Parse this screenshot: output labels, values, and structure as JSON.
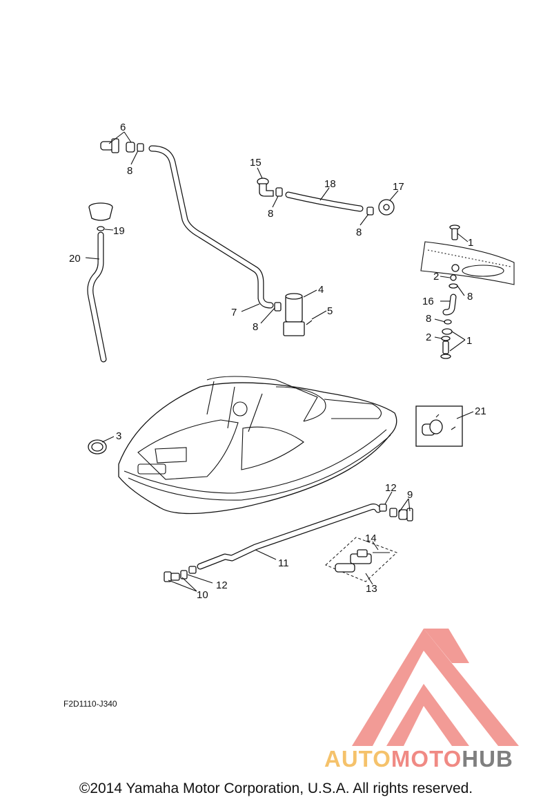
{
  "callouts": [
    "1",
    "2",
    "3",
    "4",
    "5",
    "6",
    "7",
    "8",
    "9",
    "10",
    "11",
    "12",
    "13",
    "14",
    "15",
    "16",
    "17",
    "18",
    "19",
    "20",
    "21"
  ],
  "diagram_code": "F2D1110-J340",
  "copyright": "©2014 Yamaha Motor Corporation, U.S.A. All rights reserved.",
  "watermark": {
    "part_a": "AUTO",
    "part_b": "MOTO",
    "part_c": "HUB",
    "colors": {
      "auto": "#f5c26b",
      "moto": "#f08a84",
      "hub": "#7f7f7f",
      "logo": "#f08a84"
    }
  }
}
